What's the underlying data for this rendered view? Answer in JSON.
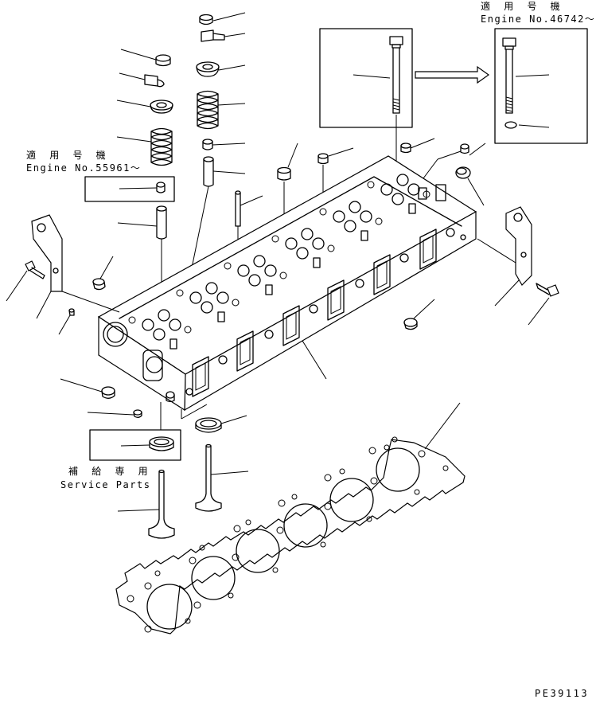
{
  "notes": {
    "applicable_top_right_jp": "適 用 号 機",
    "applicable_top_right_en": "Engine No.46742～",
    "applicable_left_jp": "適 用 号 機",
    "applicable_left_en": "Engine No.55961～",
    "service_parts_jp": "補 給 専 用",
    "service_parts_en": "Service Parts"
  },
  "drawing_number": "PE39113"
}
